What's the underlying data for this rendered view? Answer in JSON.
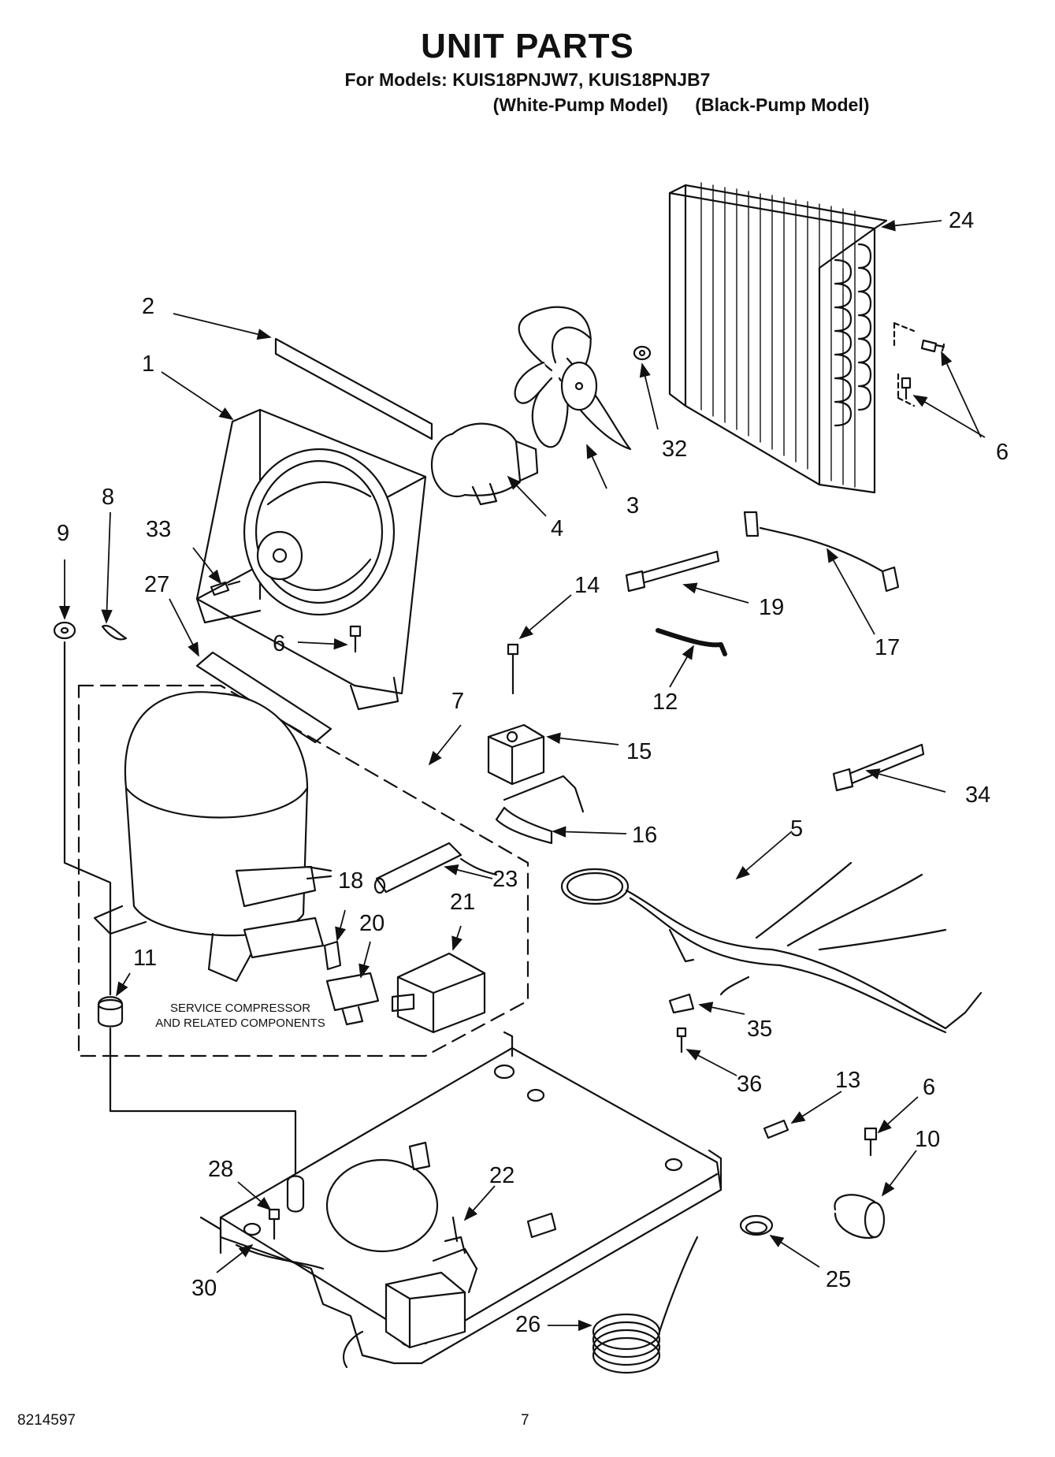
{
  "header": {
    "title": "UNIT PARTS",
    "models_line": "For Models: KUIS18PNJW7, KUIS18PNJB7",
    "variant_white": "(White-Pump Model)",
    "variant_black": "(Black-Pump Model)"
  },
  "diagram": {
    "callouts": {
      "p1": "1",
      "p2": "2",
      "p3": "3",
      "p4": "4",
      "p5": "5",
      "p6a": "6",
      "p6b": "6",
      "p6c": "6",
      "p7": "7",
      "p8": "8",
      "p9": "9",
      "p10": "10",
      "p11": "11",
      "p12": "12",
      "p13": "13",
      "p14": "14",
      "p15": "15",
      "p16": "16",
      "p17": "17",
      "p18": "18",
      "p19": "19",
      "p20": "20",
      "p21": "21",
      "p22": "22",
      "p23": "23",
      "p24": "24",
      "p25": "25",
      "p26": "26",
      "p27": "27",
      "p28": "28",
      "p30": "30",
      "p32": "32",
      "p33": "33",
      "p34": "34",
      "p35": "35",
      "p36": "36"
    },
    "service_note_line1": "SERVICE COMPRESSOR",
    "service_note_line2": "AND RELATED COMPONENTS"
  },
  "footer": {
    "doc_number": "8214597",
    "page_number": "7"
  }
}
